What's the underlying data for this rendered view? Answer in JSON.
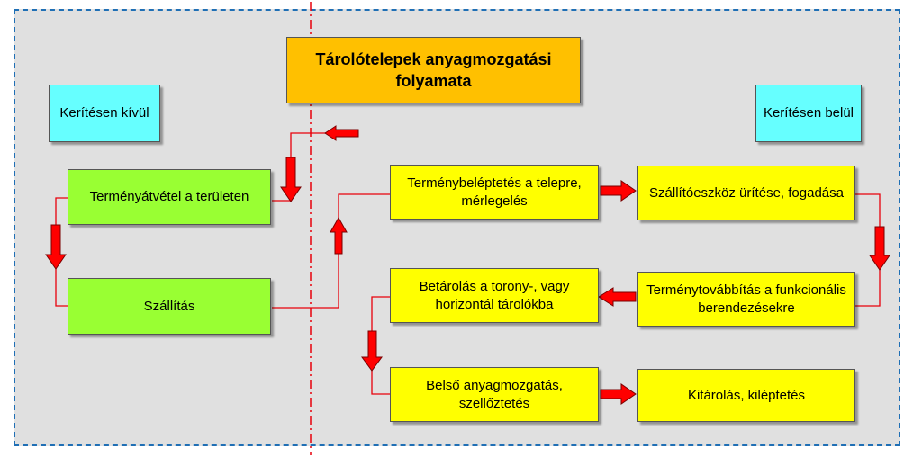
{
  "title": "Tárolótelepek anyagmozgatási folyamata",
  "labels": {
    "outside": "Kerítésen kívül",
    "inside": "Kerítésen belül"
  },
  "steps": {
    "receipt": "Terményátvétel a területen",
    "transport": "Szállítás",
    "entry": "Terménybeléptetés a telepre, mérlegelés",
    "unloading": "Szállítóeszköz ürítése, fogadása",
    "forwarding": "Terménytovábbítás a funkcionális berendezésekre",
    "storage": "Betárolás a torony-, vagy horizontál tárolókba",
    "internal": "Belső anyagmozgatás, szellőztetés",
    "exit": "Kitárolás, kiléptetés"
  },
  "colors": {
    "border": "#1f6fb5",
    "divider": "#e8000b",
    "arrow": "#ff0000",
    "step_inside": "#ffff00",
    "step_outside": "#99ff33",
    "label": "#66ffff",
    "title": "#ffc000"
  }
}
